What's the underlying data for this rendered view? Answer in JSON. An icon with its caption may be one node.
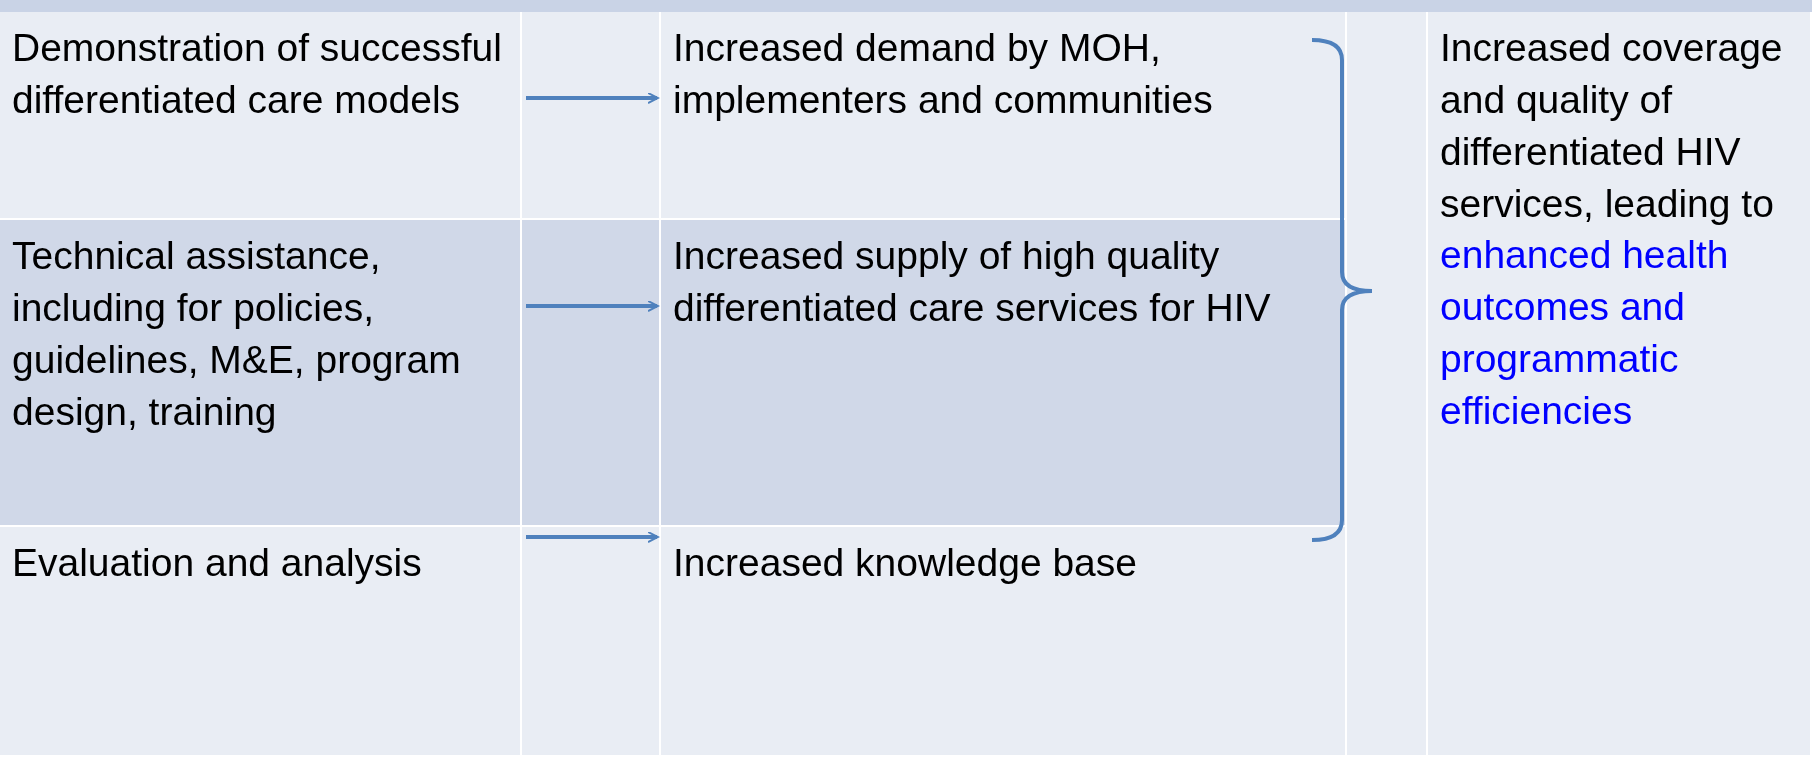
{
  "diagram": {
    "nodes": [
      {
        "text": [
          "Demonstration of successful differentiated care models"
        ]
      },
      {
        "text": [
          "Technical assistance, including for policies, guidelines, M&E, program design, training"
        ]
      },
      {
        "text": [
          "Evaluation and analysis"
        ]
      },
      {
        "text": [
          "Increased demand by MOH, implementers and communities"
        ]
      },
      {
        "text": [
          "Increased supply of high quality differentiated care services for HIV"
        ]
      },
      {
        "text": [
          "Increased knowledge base"
        ]
      },
      {
        "text": [
          "Increased coverage and quality of differentiated HIV services, leading to",
          "enhanced health outcomes and programmatic efficiencies"
        ]
      }
    ],
    "edges": [
      {
        "from": 0,
        "to": 3,
        "arrow": "to"
      },
      {
        "from": 1,
        "to": 4,
        "arrow": "to"
      },
      {
        "from": 2,
        "to": 5,
        "arrow": "to"
      }
    ]
  }
}
